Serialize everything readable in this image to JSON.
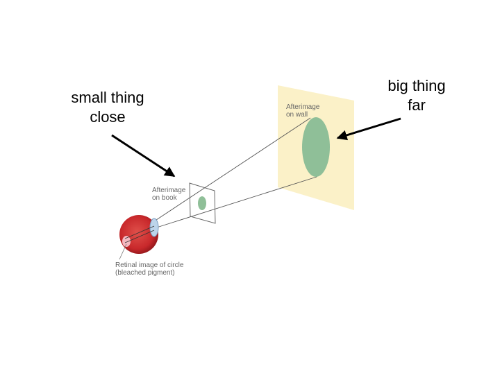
{
  "labels": {
    "small": "small thing\nclose",
    "big": "big thing\nfar"
  },
  "diagram": {
    "wall_caption_line1": "Afterimage",
    "wall_caption_line2": "on wall",
    "book_caption_line1": "Afterimage",
    "book_caption_line2": "on book",
    "retina_caption_line1": "Retinal image of circle",
    "retina_caption_line2": "(bleached pigment)"
  },
  "colors": {
    "wall": "#fbf1c8",
    "afterimage": "#8fbf98",
    "eye": "#c8282b",
    "arrow": "#000000"
  }
}
